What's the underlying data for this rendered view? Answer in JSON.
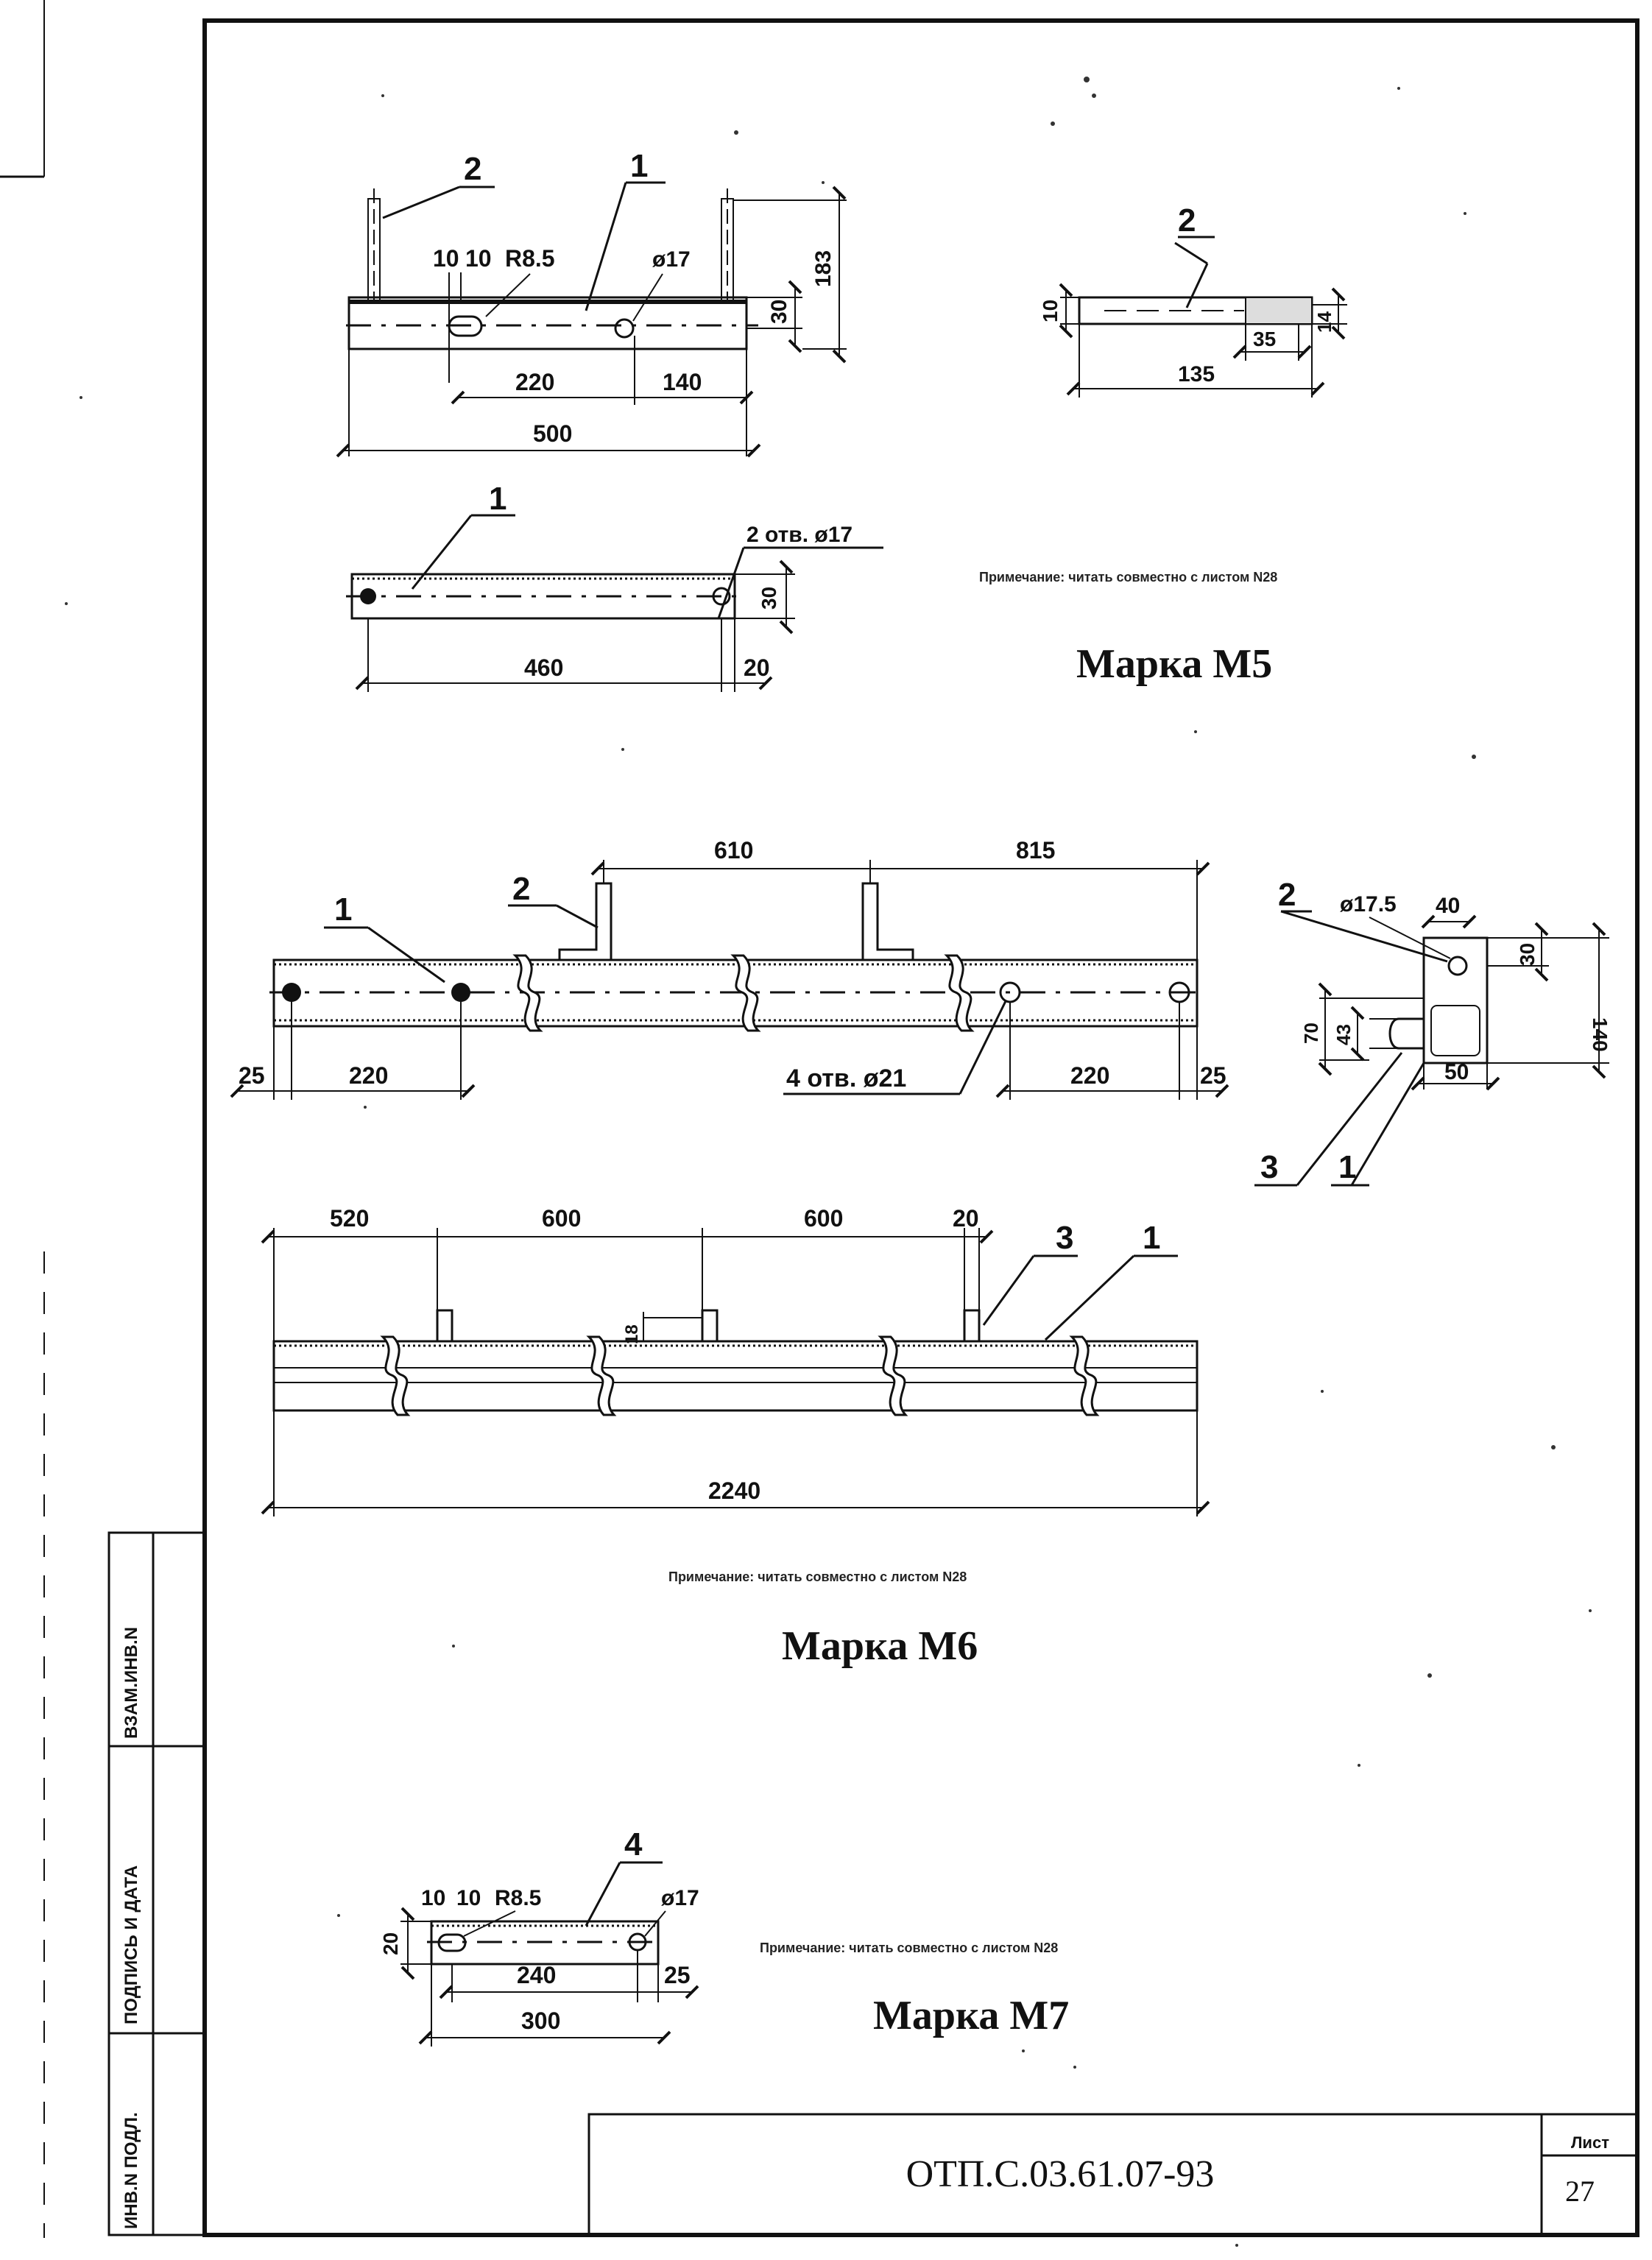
{
  "document": {
    "code": "ОТП.С.03.61.07-93",
    "sheet_label": "Лист",
    "sheet_number": "27"
  },
  "side_stamp": {
    "field_1": "ВЗАМ.ИНВ.N",
    "field_2": "ПОДПИСЬ И ДАТА",
    "field_3": "ИНВ.N ПОДЛ."
  },
  "m5": {
    "title": "Марка М5",
    "note": "Примечание: читать совместно с листом N28",
    "elevation": {
      "callout_2": "2",
      "callout_1": "1",
      "d10a": "10",
      "d10b": "10",
      "r": "R8.5",
      "dia": "ø17",
      "d220": "220",
      "d140": "140",
      "d500": "500",
      "d30": "30",
      "d183": "183"
    },
    "plan": {
      "callout_1": "1",
      "holes": "2 отв. ø17",
      "d30": "30",
      "d460": "460",
      "d20": "20"
    },
    "anchor": {
      "callout_2": "2",
      "d10": "10",
      "d35": "35",
      "d14": "14",
      "d135": "135"
    }
  },
  "m6": {
    "title": "Марка М6",
    "note": "Примечание: читать совместно с листом N28",
    "plan": {
      "callout_1": "1",
      "callout_2": "2",
      "d610": "610",
      "d815": "815",
      "d25a": "25",
      "d220a": "220",
      "holes": "4 отв. ø21",
      "d220b": "220",
      "d25b": "25"
    },
    "section": {
      "callout_2": "2",
      "dia": "ø17.5",
      "d40": "40",
      "d30": "30",
      "d70": "70",
      "d43": "43",
      "d140": "140",
      "d50": "50",
      "callout_3": "3",
      "callout_1": "1"
    },
    "elevation": {
      "d520": "520",
      "d600a": "600",
      "d600b": "600",
      "d20": "20",
      "callout_3": "3",
      "callout_1": "1",
      "d2240": "2240",
      "d18": "18"
    }
  },
  "m7": {
    "title": "Марка М7",
    "note": "Примечание: читать совместно с листом N28",
    "plan": {
      "callout_4": "4",
      "d10a": "10",
      "d10b": "10",
      "r": "R8.5",
      "dia": "ø17",
      "d20": "20",
      "d240": "240",
      "d25": "25",
      "d300": "300"
    }
  }
}
